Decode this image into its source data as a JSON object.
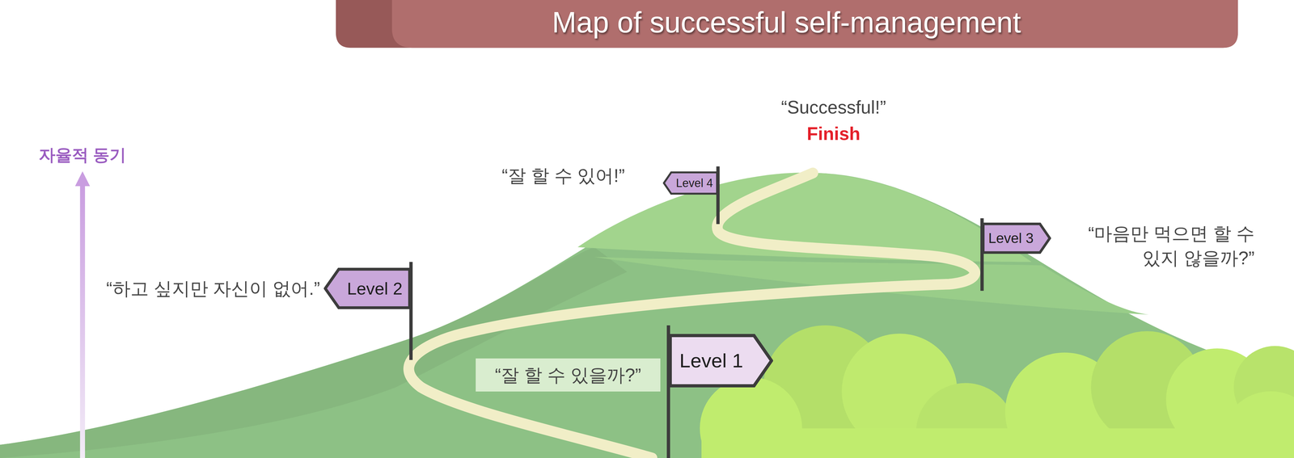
{
  "diagram": {
    "title": "Map of successful self-management",
    "nodes": [
      {
        "text": [
          "Level 1"
        ]
      },
      {
        "text": [
          "Level 2"
        ]
      },
      {
        "text": [
          "Level 3"
        ]
      },
      {
        "text": [
          "Level 4"
        ]
      }
    ],
    "labels": [
      "“Successful!”",
      "Finish",
      "“잘 할 수 있어!”",
      "“마음만 먹으면 할 수 있지 않을까?”",
      "자율적 동기",
      "“하고 싶지만 자신이 없어.”",
      "“잘 할 수 있을까?”"
    ]
  }
}
